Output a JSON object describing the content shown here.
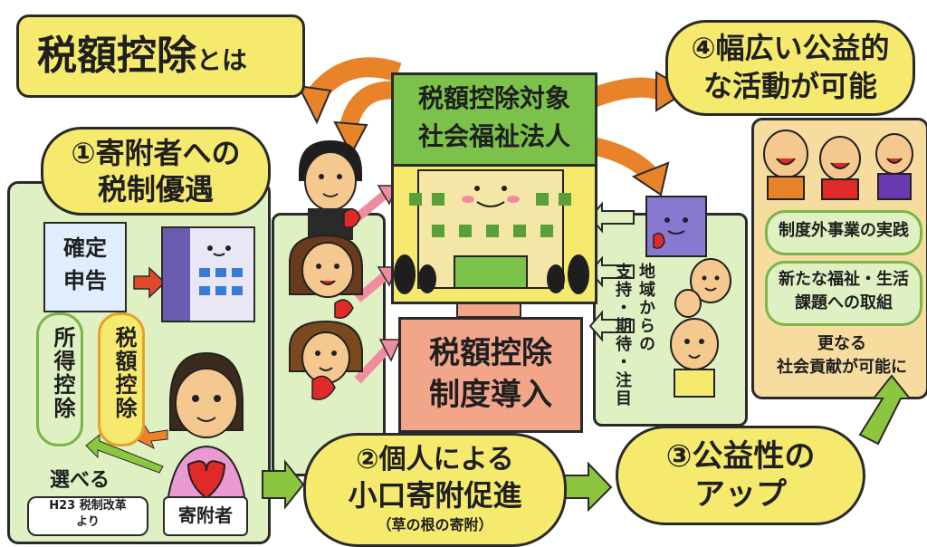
{
  "title": {
    "main": "税額控除",
    "suffix": "とは"
  },
  "box1": {
    "line1": "①寄附者への",
    "line2": "税制優遇"
  },
  "kakutei": {
    "line1": "確定",
    "line2": "申告"
  },
  "shotoku": "所得控除",
  "zeigaku_v": "税額控除",
  "eraberu": "選べる",
  "h23": {
    "line1": "H23 税制改革",
    "line2": "より"
  },
  "kifusha": "寄附者",
  "center_top": {
    "line1": "税額控除対象",
    "line2": "社会福祉法人"
  },
  "intro": {
    "line1": "税額控除",
    "line2": "制度導入"
  },
  "chiiki": {
    "col1": "地域からの",
    "col2": "支持・期待・注目"
  },
  "box4": {
    "line1": "④幅広い公益的",
    "line2": "な活動が可能"
  },
  "activity1": "制度外事業の実践",
  "activity2": {
    "line1": "新たな福祉・生活",
    "line2": "課題への取組"
  },
  "further": {
    "line1": "更なる",
    "line2": "社会貢献が可能に"
  },
  "box2": {
    "line1": "②個人による",
    "line2": "小口寄附促進",
    "line3": "（草の根の寄附）"
  },
  "box3": {
    "line1": "③公益性の",
    "line2": "アップ"
  },
  "colors": {
    "yellow": "#f6ea6e",
    "light_green": "#dff0c2",
    "green": "#8cc63f",
    "orange": "#e8832a",
    "pink": "#f3a58a",
    "red_heart": "#e02a2a"
  }
}
